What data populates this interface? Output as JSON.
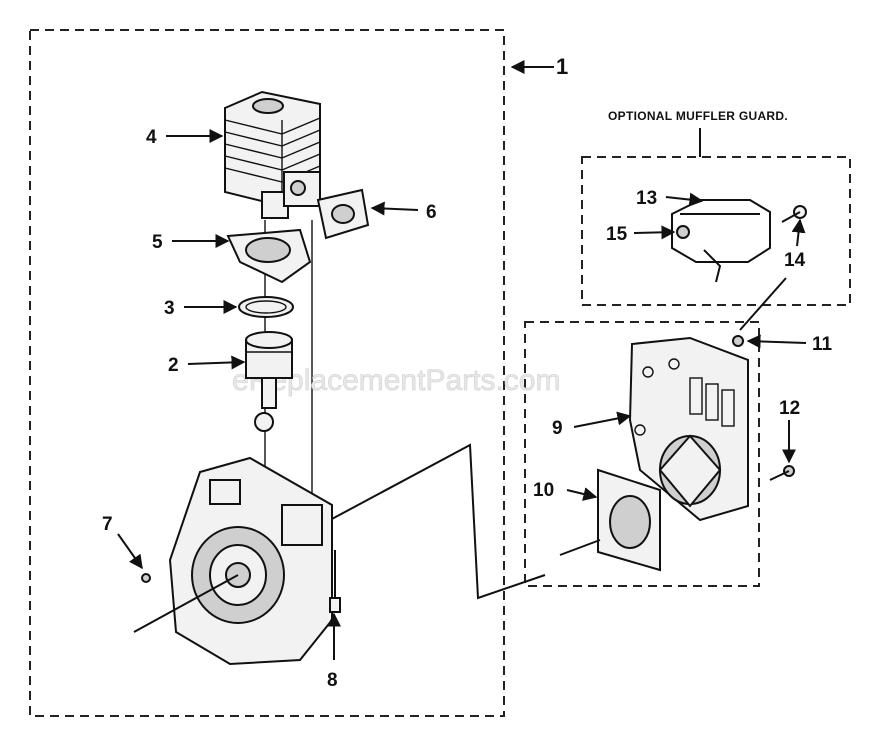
{
  "diagram": {
    "callouts": {
      "assembly": "1",
      "piston": "2",
      "ring": "3",
      "cylinder": "4",
      "cylinder_gasket": "5",
      "intake_gasket": "6",
      "screw_7": "7",
      "screw_8": "8",
      "muffler": "9",
      "muffler_gasket": "10",
      "guard_screw": "11",
      "muffler_screw": "12",
      "guard": "13",
      "guard_clip": "14",
      "guard_nut": "15"
    },
    "optional_group_label": "OPTIONAL MUFFLER GUARD.",
    "watermark": "eReplacementParts.com"
  }
}
